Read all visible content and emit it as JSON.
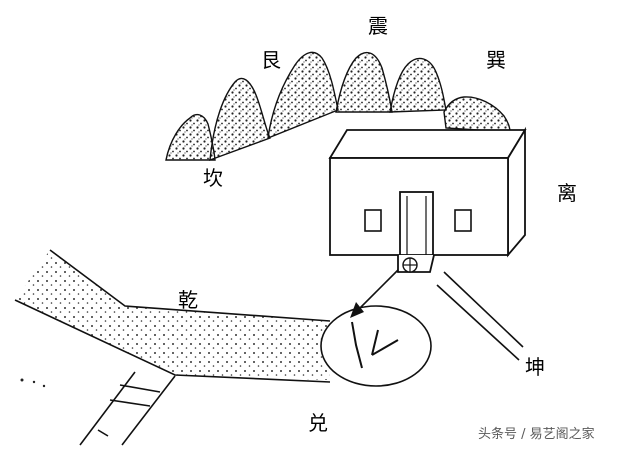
{
  "labels": {
    "zhen": "震",
    "gen": "艮",
    "xun": "巽",
    "kan": "坎",
    "li": "离",
    "qian": "乾",
    "kun": "坤",
    "dui": "兑"
  },
  "watermark": "头条号 / 易艺阁之家"
}
